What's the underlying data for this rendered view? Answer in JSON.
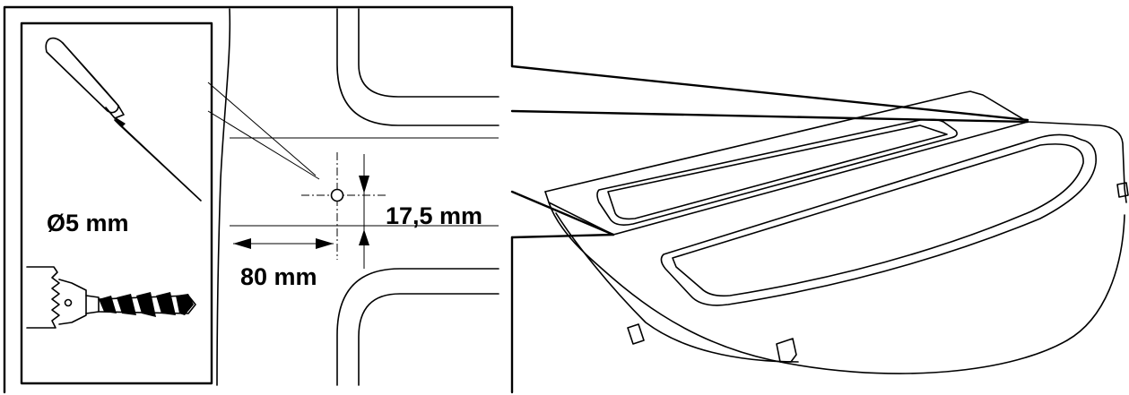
{
  "diagram": {
    "labels": {
      "diameter": "Ø5 mm",
      "vertical_offset": "17,5 mm",
      "horizontal_offset": "80 mm"
    },
    "tools": [
      {
        "name": "awl-icon"
      },
      {
        "name": "drill-chuck-icon"
      }
    ]
  }
}
